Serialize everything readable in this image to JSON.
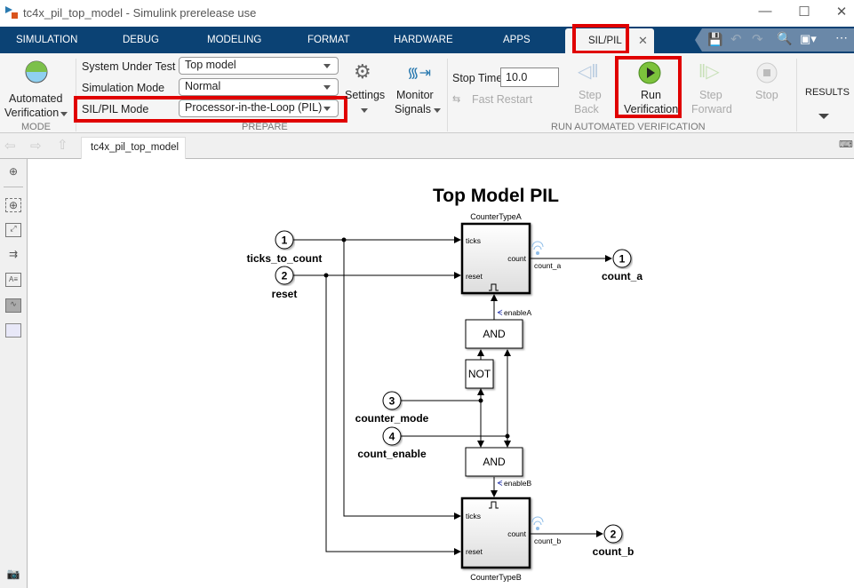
{
  "window": {
    "title": "tc4x_pil_top_model - Simulink prerelease use"
  },
  "menu_tabs": [
    "SIMULATION",
    "DEBUG",
    "MODELING",
    "FORMAT",
    "HARDWARE",
    "APPS",
    "SIL/PIL"
  ],
  "ribbon": {
    "mode": {
      "button_line1": "Automated",
      "button_line2": "Verification",
      "section": "MODE"
    },
    "prepare": {
      "system_under_test_label": "System Under Test",
      "system_under_test_value": "Top model",
      "simulation_mode_label": "Simulation Mode",
      "simulation_mode_value": "Normal",
      "silpil_mode_label": "SIL/PIL Mode",
      "silpil_mode_value": "Processor-in-the-Loop (PIL)",
      "settings_label": "Settings",
      "monitor_line1": "Monitor",
      "monitor_line2": "Signals",
      "section": "PREPARE"
    },
    "run": {
      "stop_time_label": "Stop Time",
      "stop_time_value": "10.0",
      "fast_restart": "Fast Restart",
      "step_back_1": "Step",
      "step_back_2": "Back",
      "run_1": "Run",
      "run_2": "Verification",
      "step_fwd_1": "Step",
      "step_fwd_2": "Forward",
      "stop": "Stop",
      "section": "RUN AUTOMATED VERIFICATION"
    },
    "results": "RESULTS"
  },
  "model_tab": "tc4x_pil_top_model",
  "diagram": {
    "title": "Top Model PIL",
    "inports": [
      {
        "num": "1",
        "name": "ticks_to_count"
      },
      {
        "num": "2",
        "name": "reset"
      },
      {
        "num": "3",
        "name": "counter_mode"
      },
      {
        "num": "4",
        "name": "count_enable"
      }
    ],
    "outports": [
      {
        "num": "1",
        "name": "count_a"
      },
      {
        "num": "2",
        "name": "count_b"
      }
    ],
    "counter_a": {
      "name": "CounterTypeA",
      "in1": "ticks",
      "in2": "reset",
      "out": "count",
      "signal": "count_a",
      "enable": "enableA"
    },
    "counter_b": {
      "name": "CounterTypeB",
      "in1": "ticks",
      "in2": "reset",
      "out": "count",
      "signal": "count_b",
      "enable": "enableB"
    },
    "and_label": "AND",
    "not_label": "NOT"
  },
  "colors": {
    "tabbar": "#0b4274",
    "highlight": "#e00000"
  }
}
